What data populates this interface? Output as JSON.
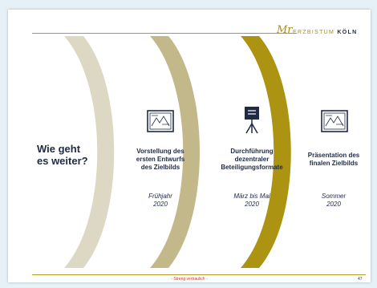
{
  "logo": {
    "script": "Mr",
    "name_part1": "ERZBISTUM",
    "name_part2": "KÖLN"
  },
  "title": {
    "line1": "Wie geht",
    "line2": "es weiter?"
  },
  "steps": [
    {
      "icon": "framed-plan-icon",
      "label": "Vorstellung des\nersten Entwurfs\ndes Zielbilds",
      "date": "Frühjahr\n2020"
    },
    {
      "icon": "presentation-easel-icon",
      "label": "Durchführung\ndezentraler\nBeteiligungsformate",
      "date": "März bis Mai\n2020"
    },
    {
      "icon": "framed-plan-icon",
      "label": "Präsentation des\nfinalen Zielbilds",
      "date": "Sommer\n2020"
    }
  ],
  "footer": {
    "text": "- Streng vertraulich -",
    "page": "47"
  },
  "colors": {
    "arc1": "#ddd8c4",
    "arc2": "#c2b88a",
    "arc3": "#ac9312",
    "accent": "#b59a26",
    "navy": "#1f2a44"
  }
}
